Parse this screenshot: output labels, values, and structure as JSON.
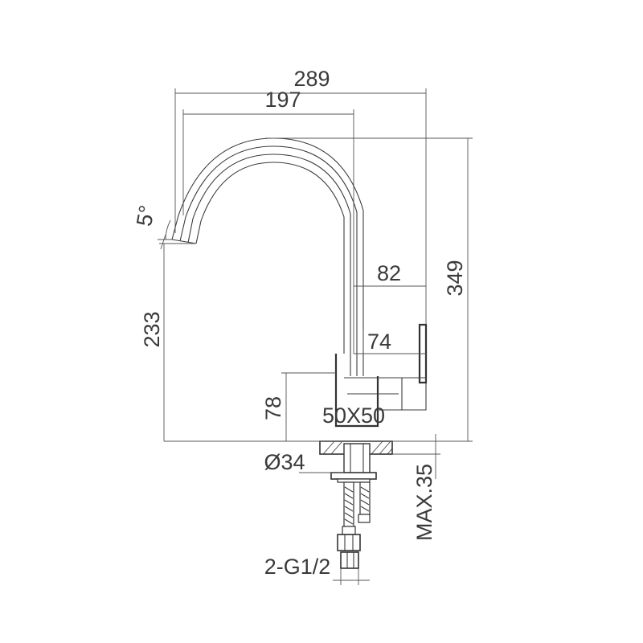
{
  "dimensions": {
    "total_width": "289",
    "spout_reach": "197",
    "total_height": "349",
    "spout_height": "233",
    "spout_to_handle": "82",
    "body_width": "74",
    "body_height": "78",
    "base_plate": "50X50",
    "hole_diameter": "Ø34",
    "max_deck": "MAX.35",
    "inlet_thread": "2-G1/2",
    "spout_angle": "5°"
  }
}
